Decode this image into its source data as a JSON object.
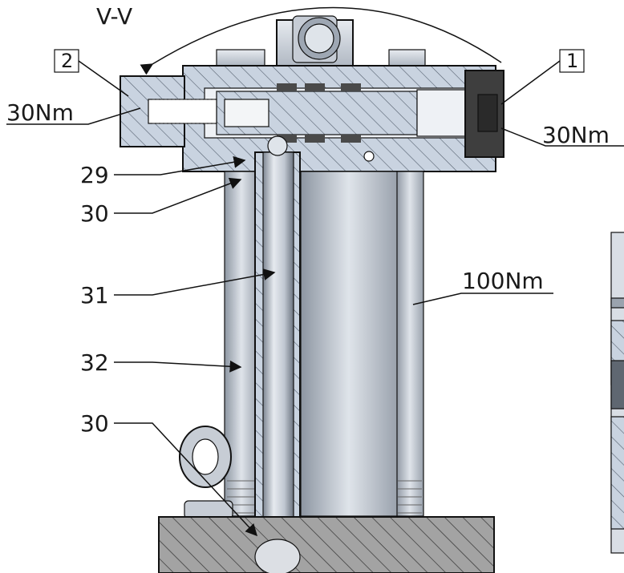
{
  "view_label": "V-V",
  "callouts": {
    "item_1": "1",
    "item_2": "2",
    "torque_left": "30Nm",
    "torque_right": "30Nm",
    "torque_rod": "100Nm",
    "part_29": "29",
    "part_30_upper": "30",
    "part_31": "31",
    "part_32": "32",
    "part_30_lower": "30"
  },
  "colors": {
    "section_fill": "#c9d3e0",
    "rod_fill": "#c2cad6",
    "base_fill": "#8c8c8c",
    "dark_part": "#3e3e3e",
    "metal_light": "#e3e7ec"
  }
}
